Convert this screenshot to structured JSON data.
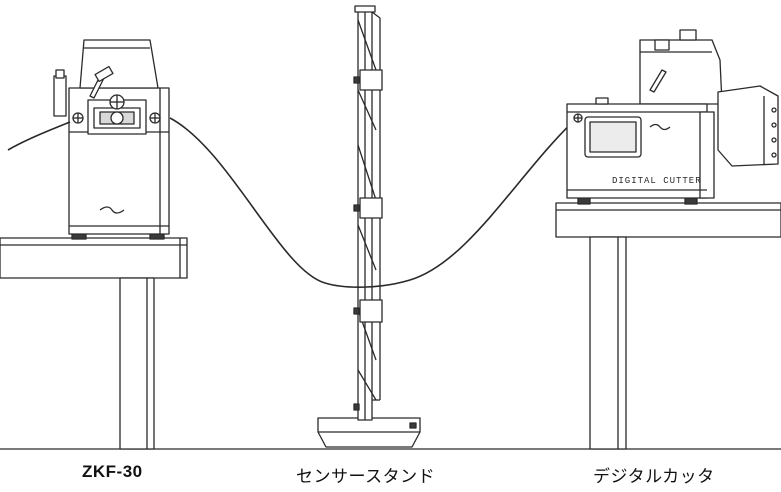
{
  "captions": {
    "left": "ZKF-30",
    "middle": "センサースタンド",
    "right": "デジタルカッタ"
  },
  "labels": {
    "cutter_panel": "DIGITAL CUTTER"
  },
  "colors": {
    "line": "#2a2a2a",
    "fill": "#ffffff",
    "shade": "#d9d9d9",
    "dark": "#3a3a3a"
  }
}
